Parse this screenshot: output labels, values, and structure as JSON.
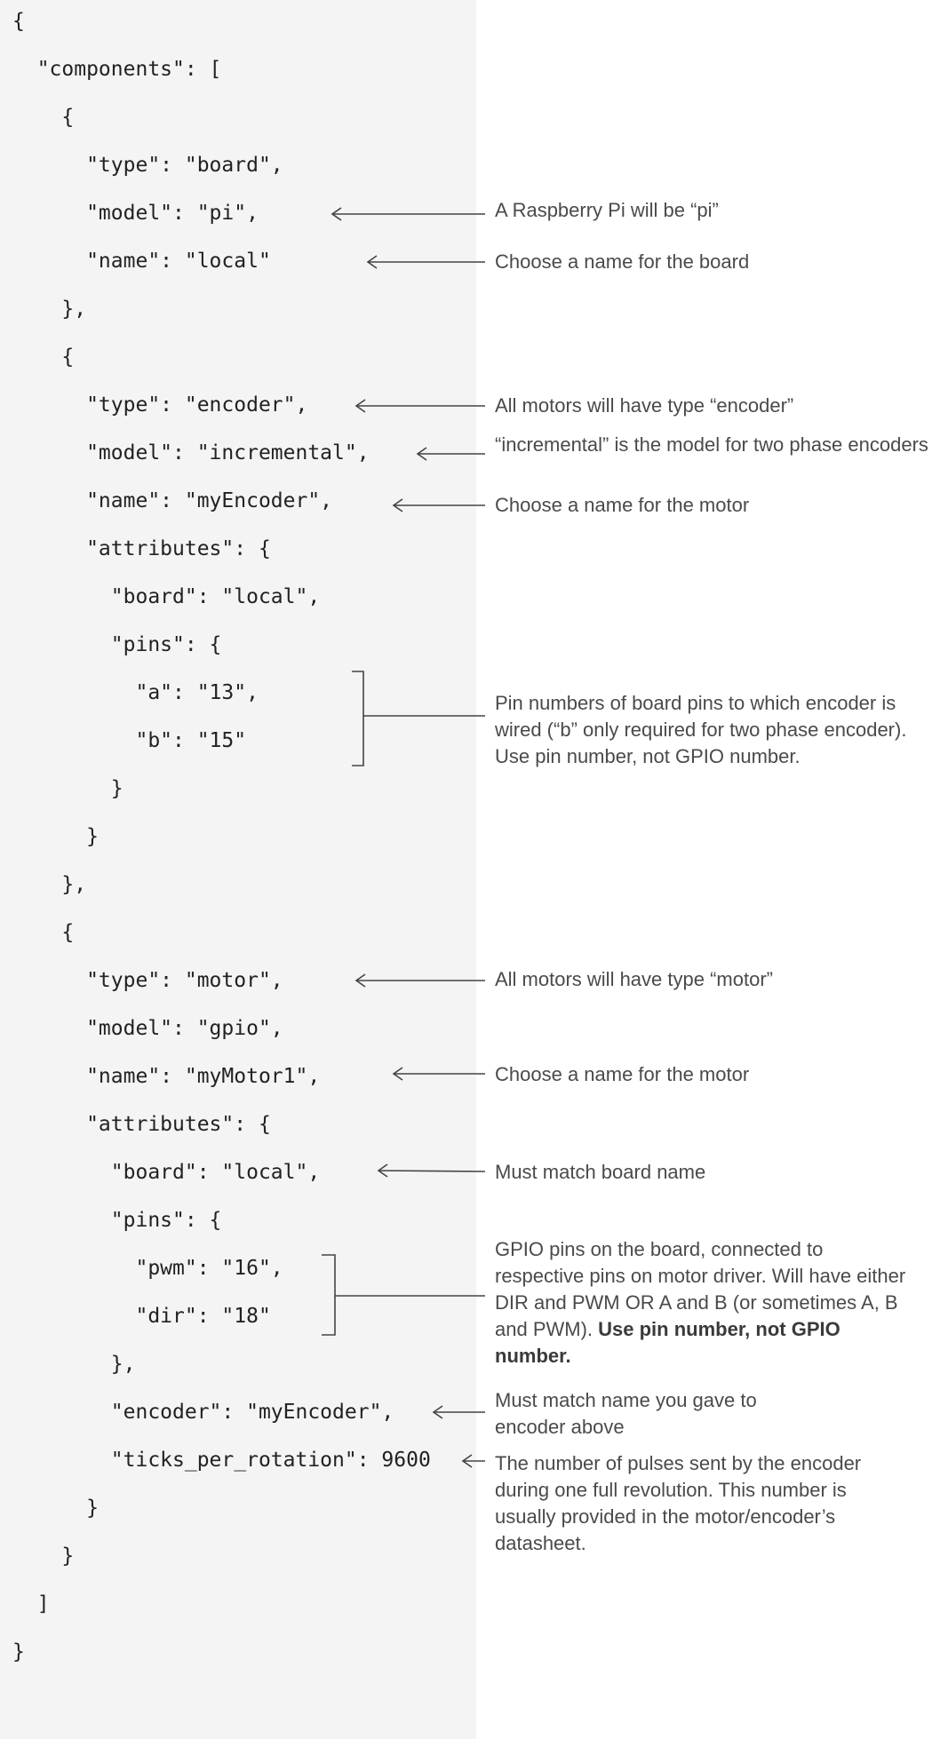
{
  "code_lines": [
    "{",
    "  \"components\": [",
    "    {",
    "      \"type\": \"board\",",
    "      \"model\": \"pi\",",
    "      \"name\": \"local\"",
    "    },",
    "    {",
    "      \"type\": \"encoder\",",
    "      \"model\": \"incremental\",",
    "      \"name\": \"myEncoder\",",
    "      \"attributes\": {",
    "        \"board\": \"local\",",
    "        \"pins\": {",
    "          \"a\": \"13\",",
    "          \"b\": \"15\"",
    "        }",
    "      }",
    "    },",
    "    {",
    "      \"type\": \"motor\",",
    "      \"model\": \"gpio\",",
    "      \"name\": \"myMotor1\",",
    "      \"attributes\": {",
    "        \"board\": \"local\",",
    "        \"pins\": {",
    "          \"pwm\": \"16\",",
    "          \"dir\": \"18\"",
    "        },",
    "        \"encoder\": \"myEncoder\",",
    "        \"ticks_per_rotation\": 9600",
    "      }",
    "    }",
    "  ]",
    "}"
  ],
  "notes": {
    "board_model": "A Raspberry Pi will be “pi”",
    "board_name": "Choose a name for the board",
    "encoder_type": "All motors will have type “encoder”",
    "encoder_model": "“incremental” is the model for two phase encoders",
    "encoder_name": "Choose a name for the motor",
    "encoder_pins": "Pin numbers of board pins to which encoder is wired (“b” only required for two phase encoder). Use pin number, not GPIO number.",
    "motor_type": "All motors will have type “motor”",
    "motor_name": "Choose a name for the motor",
    "motor_board": "Must match board name",
    "motor_pins_text": "GPIO pins on the board, connected to respective pins on motor driver. Will have either DIR and PWM OR A and B (or sometimes A, B and PWM). ",
    "motor_pins_bold": "Use pin number, not GPIO number.",
    "motor_encoder": "Must match name you gave to encoder  above",
    "ticks": "The number of pulses sent by the encoder during one full revolution. This number is usually provided in the motor/encoder’s datasheet."
  }
}
